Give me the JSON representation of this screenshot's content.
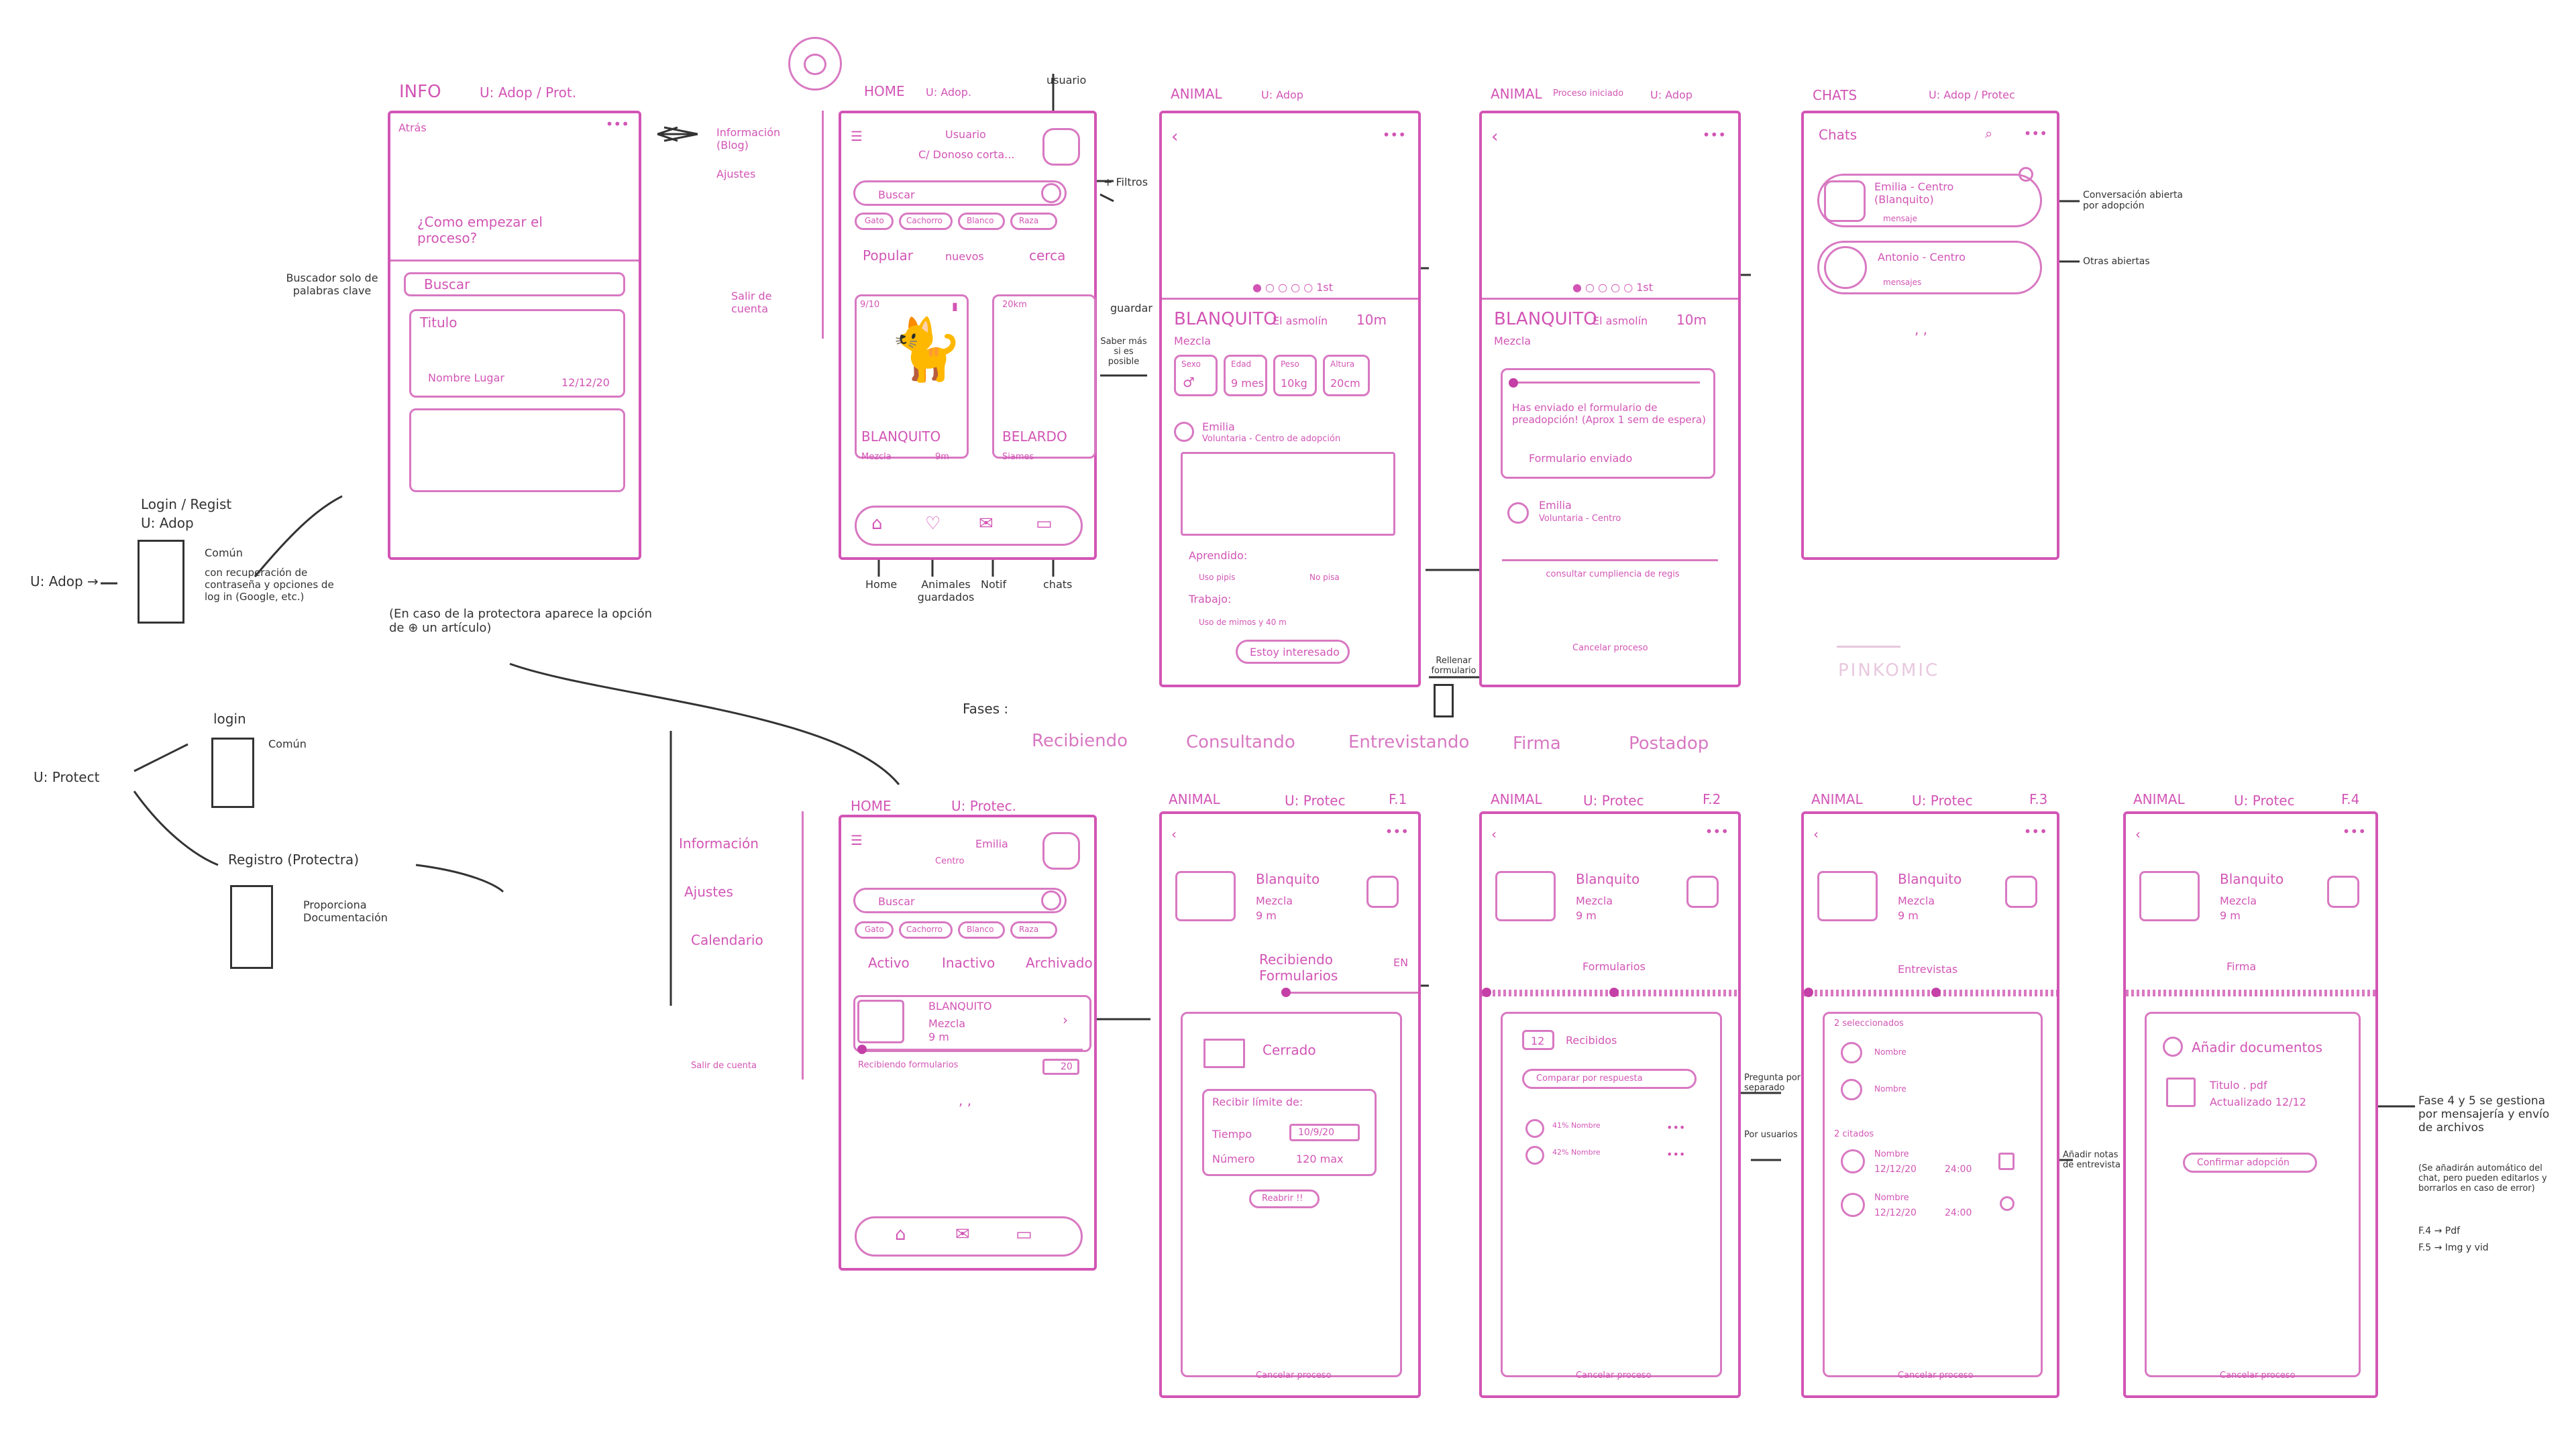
{
  "row1": {
    "info": {
      "title": "INFO",
      "user": "U: Adop / Prot.",
      "back": "Atrás",
      "question": "¿Como empezar el proceso?",
      "search": "Buscar",
      "card_title": "Titulo",
      "card_name": "Nombre Lugar",
      "card_date": "12/12/20"
    },
    "info_note": {
      "search_label": "Buscador solo de palabras clave",
      "case_note": "(En caso de la protectora aparece la opción de ⊕ un artículo)"
    },
    "menu": {
      "items": [
        "Información (Blog)",
        "Ajustes",
        "Salir de cuenta"
      ]
    },
    "home": {
      "title": "HOME",
      "user": "U: Adop.",
      "usuario": "usuario",
      "greeting": "Usuario",
      "address": "C/ Donoso corta...",
      "search": "Buscar",
      "filters": [
        "Gato",
        "Cachorro",
        "Blanco",
        "Raza"
      ],
      "tabs": [
        "Popular",
        "nuevos",
        "cerca"
      ],
      "card1": {
        "name": "BLANQUITO",
        "breed": "Mezcla",
        "dist": "9m",
        "age": "9/10"
      },
      "card2": {
        "name": "BELARDO",
        "breed": "Siames",
        "dist": "20km"
      },
      "nav": [
        "Home",
        "Animales guardados",
        "Notif",
        "chats"
      ],
      "ann_filtros": "+ Filtros",
      "ann_guardar": "guardar",
      "ann_saber": "Saber más si es posible"
    },
    "animal1": {
      "title": "ANIMAL",
      "user": "U: Adop",
      "name": "BLANQUITO",
      "subtitle": "El asmolín",
      "distance": "10m",
      "breed": "Mezcla",
      "stats": [
        [
          "Sexo",
          "♂"
        ],
        [
          "Edad",
          "9 mes"
        ],
        [
          "Peso",
          "10kg"
        ],
        [
          "Altura",
          "20cm"
        ]
      ],
      "owner": "Emilia",
      "owner_sub": "Voluntaria - Centro de adopción",
      "sec1": "Aprendido:",
      "sec1_items": [
        "Uso pipis",
        "No pisa"
      ],
      "sec2": "Trabajo:",
      "sec2_items": [
        "Uso de mimos y 40 m"
      ],
      "cta": "Estoy interesado",
      "ann_rellenar": "Rellenar formulario"
    },
    "animal2": {
      "title": "ANIMAL",
      "subtitle_head": "Proceso iniciado",
      "user": "U: Adop",
      "name": "BLANQUITO",
      "subtitle": "El asmolín",
      "distance": "10m",
      "breed": "Mezcla",
      "status": "Has enviado el formulario de preadopción! (Aprox 1 sem de espera)",
      "form": "Formulario enviado",
      "owner": "Emilia",
      "owner_sub": "Voluntaria - Centro",
      "consult": "consultar cumpliencia de regis",
      "cancel": "Cancelar proceso"
    },
    "chats": {
      "title": "CHATS",
      "user": "U: Adop / Protec",
      "head": "Chats",
      "items": [
        {
          "name": "Emilia - Centro (Blanquito)",
          "msg": "mensaje"
        },
        {
          "name": "Antonio - Centro",
          "msg": "mensajes"
        }
      ],
      "ann1": "Conversación abierta por adopción",
      "ann2": "Otras abiertas"
    },
    "pinkomc": "PINKOMIC"
  },
  "left": {
    "login_adop": "Login / Regist",
    "login_adop_user": "U: Adop",
    "user_adop": "U: Adop →",
    "common": "Común",
    "common_desc": "con recuperación de contraseña y opciones de log in (Google, etc.)",
    "user_prot": "U: Protect",
    "login": "login",
    "common2": "Común",
    "register": "Registro (Protectra)",
    "register_desc": "Proporciona Documentación"
  },
  "fases": {
    "label": "Fases :",
    "items": [
      "Recibiendo",
      "Consultando",
      "Entrevistando",
      "Firma",
      "Postadop"
    ]
  },
  "row2": {
    "menu": {
      "items": [
        "Información",
        "Ajustes",
        "Calendario",
        "Salir de cuenta"
      ]
    },
    "home": {
      "title": "HOME",
      "user": "U: Protec.",
      "greeting": "Emilia",
      "center": "Centro",
      "search": "Buscar",
      "filters": [
        "Gato",
        "Cachorro",
        "Blanco",
        "Raza"
      ],
      "tabs": [
        "Activo",
        "Inactivo",
        "Archivado"
      ],
      "card": {
        "name": "BLANQUITO",
        "breed": "Mezcla",
        "age": "9 m"
      },
      "status": "Recibiendo formularios",
      "count": "20"
    },
    "f1": {
      "title": "ANIMAL",
      "user": "U: Protec",
      "phase": "F.1",
      "name": "Blanquito",
      "breed": "Mezcla",
      "age": "9 m",
      "section": "Recibiendo Formularios",
      "closed": "Cerrado",
      "limit": "Recibir límite de:",
      "time_lbl": "Tiempo",
      "time_val": "10/9/20",
      "num_lbl": "Número",
      "num_val": "120 max",
      "reset": "Reabrir !!",
      "cancel": "Cancelar proceso",
      "next": "EN"
    },
    "f2": {
      "title": "ANIMAL",
      "user": "U: Protec",
      "phase": "F.2",
      "name": "Blanquito",
      "breed": "Mezcla",
      "age": "9 m",
      "section": "Formularios",
      "count": "12",
      "recv": "Recibidos",
      "btn": "Comparar por respuesta",
      "rows": [
        "41% Nombre",
        "42% Nombre"
      ],
      "cancel": "Cancelar proceso",
      "ann1": "Pregunta por separado",
      "ann2": "Por usuarios"
    },
    "f3": {
      "title": "ANIMAL",
      "user": "U: Protec",
      "phase": "F.3",
      "name": "Blanquito",
      "breed": "Mezcla",
      "age": "9 m",
      "section": "Entrevistas",
      "sel": "2 seleccionados",
      "citados": "2 citados",
      "rows": [
        {
          "n": "Nombre",
          "d": "12/12/20",
          "h": "24:00"
        },
        {
          "n": "Nombre",
          "d": "12/12/20",
          "h": "24:00"
        }
      ],
      "names": [
        "Nombre",
        "Nombre"
      ],
      "cancel": "Cancelar proceso",
      "ann": "Añadir notas de entrevista"
    },
    "f4": {
      "title": "ANIMAL",
      "user": "U: Protec",
      "phase": "F.4",
      "name": "Blanquito",
      "breed": "Mezcla",
      "age": "9 m",
      "section": "Firma",
      "add": "Añadir documentos",
      "doc_title": "Titulo . pdf",
      "doc_date": "Actualizado 12/12",
      "confirm": "Confirmar adopción",
      "cancel": "Cancelar proceso"
    },
    "notes": {
      "main": "Fase 4 y 5 se gestiona por mensajería y envío de archivos",
      "sub": "(Se añadirán automático del chat, pero pueden editarlos y borrarlos en caso de error)",
      "f4": "F.4 → Pdf",
      "f5": "F.5 → Img y vid"
    }
  }
}
